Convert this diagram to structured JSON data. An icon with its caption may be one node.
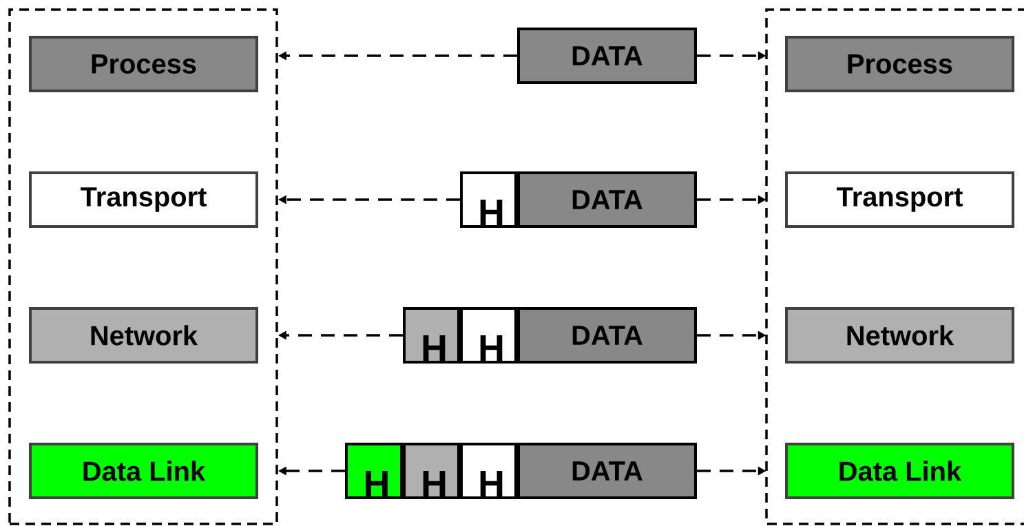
{
  "diagram": {
    "nodes": [
      {
        "text": [],
        "shape": "box"
      },
      {
        "text": [
          "Process"
        ],
        "in": 0
      },
      {
        "text": [
          "Transport"
        ],
        "in": 0
      },
      {
        "text": [
          "Network"
        ],
        "in": 0
      },
      {
        "text": [
          "Data Link"
        ],
        "in": 0
      },
      {
        "text": [],
        "shape": "box"
      },
      {
        "text": [
          "Process"
        ],
        "in": 5
      },
      {
        "text": [
          "Transport"
        ],
        "in": 5
      },
      {
        "text": [
          "Network"
        ],
        "in": 5
      },
      {
        "text": [
          "Data Link"
        ],
        "in": 5
      },
      {
        "text": [
          "DATA"
        ]
      },
      {
        "text": [
          "H"
        ]
      },
      {
        "text": [
          "DATA"
        ]
      },
      {
        "text": [
          "H"
        ]
      },
      {
        "text": [
          "H"
        ]
      },
      {
        "text": [
          "DATA"
        ]
      },
      {
        "text": [
          "H"
        ]
      },
      {
        "text": [
          "H"
        ]
      },
      {
        "text": [
          "H"
        ]
      },
      {
        "text": [
          "DATA"
        ]
      }
    ],
    "edges": [
      {
        "from": 10,
        "to": 0,
        "arrow": "to",
        "style": "dashed"
      },
      {
        "from": 10,
        "to": 5,
        "arrow": "to",
        "style": "dashed"
      },
      {
        "from": 11,
        "to": 0,
        "arrow": "to",
        "style": "dashed"
      },
      {
        "from": 12,
        "to": 5,
        "arrow": "to",
        "style": "dashed"
      },
      {
        "from": 13,
        "to": 0,
        "arrow": "to",
        "style": "dashed"
      },
      {
        "from": 15,
        "to": 5,
        "arrow": "to",
        "style": "dashed"
      },
      {
        "from": 16,
        "to": 0,
        "arrow": "to",
        "style": "dashed"
      },
      {
        "from": 19,
        "to": 5,
        "arrow": "to",
        "style": "dashed"
      }
    ]
  }
}
